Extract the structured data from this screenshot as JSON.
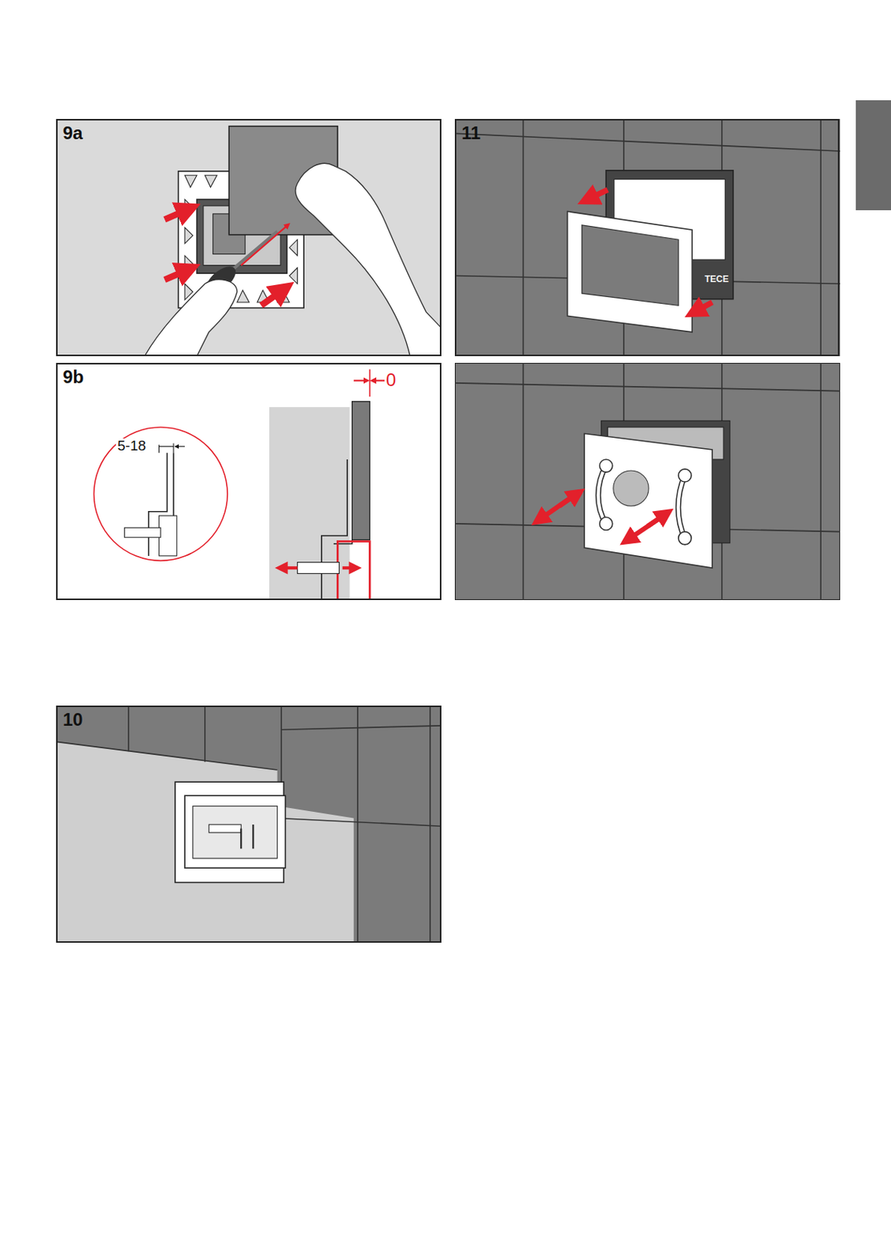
{
  "diagram": {
    "nodes": [
      {
        "text": [
          "9a"
        ]
      },
      {
        "text": [
          "11"
        ]
      },
      {
        "text": [
          "9b"
        ]
      },
      {
        "text": [
          "10"
        ]
      }
    ],
    "labels": [
      "5-18",
      "0",
      "TECE"
    ]
  }
}
